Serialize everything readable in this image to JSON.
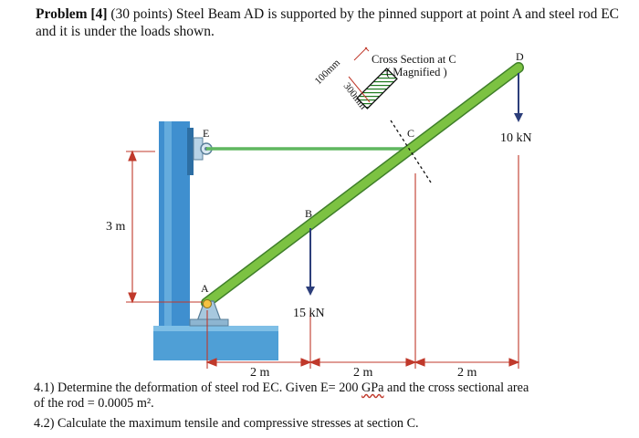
{
  "problem": {
    "number": "Problem [4]",
    "statement": "(30 points) Steel Beam AD is supported by the pinned support at point A and steel rod EC and it is under the loads shown."
  },
  "diagram": {
    "points": {
      "A": "A",
      "B": "B",
      "C": "C",
      "D": "D",
      "E": "E"
    },
    "cross_section_title": "Cross Section at C",
    "cross_section_sub": "( Magnified )",
    "dim_width": "100mm",
    "dim_height": "300mm",
    "load_d": "10 kN",
    "load_b": "15 kN",
    "dim_vertical": "3 m",
    "dim_span1": "2 m",
    "dim_span2": "2 m",
    "dim_span3": "2 m",
    "colors": {
      "beam": "#7cc242",
      "rod": "#5fb75f",
      "support": "#3f8fcf",
      "dimension": "#c0392b",
      "arrow": "#2c3e7a"
    }
  },
  "questions": {
    "q1_line1_pre": "4.1) Determine the deformation of steel rod EC. Given E= 200 ",
    "q1_unit": "GPa",
    "q1_line1_post": " and the cross sectional area",
    "q1_line2": "of the rod = 0.0005 m².",
    "q2": "4.2) Calculate the maximum tensile and compressive stresses at section C."
  }
}
